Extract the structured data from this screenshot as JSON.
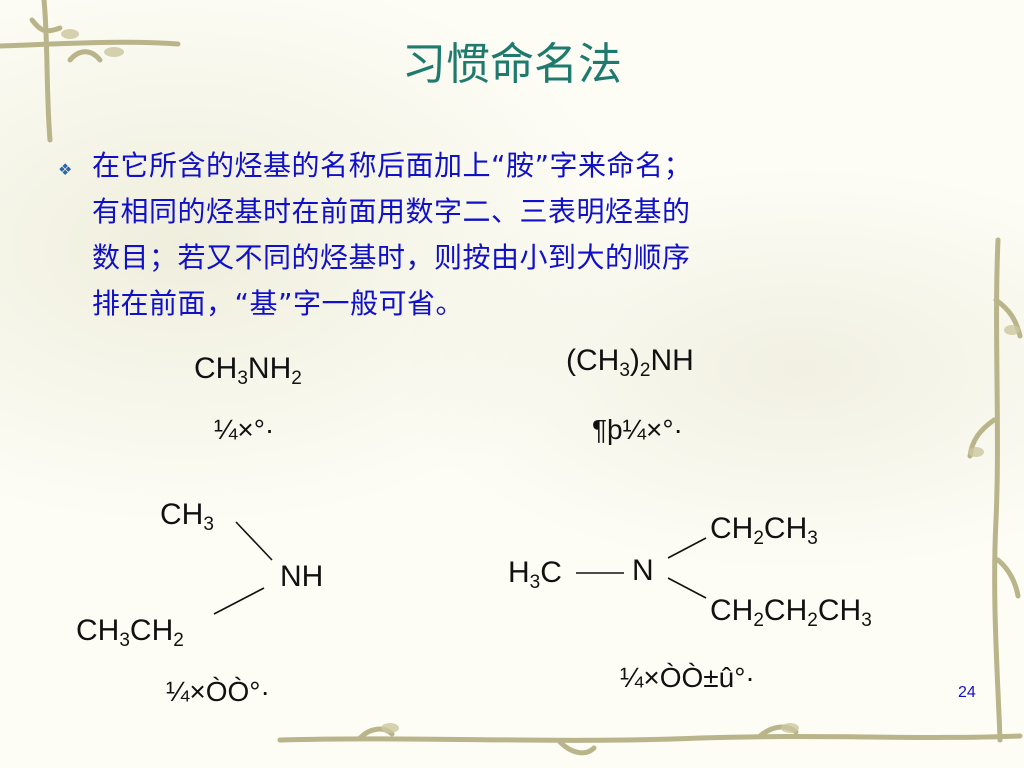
{
  "slide": {
    "title": "习惯命名法",
    "bullet_icon": "diamond-bullet-icon",
    "body_lines": [
      "在它所含的烃基的名称后面加上“胺”字来命名；",
      "有相同的烃基时在前面用数字二、三表明烃基的",
      "数目；若又不同的烃基时，则按由小到大的顺序",
      "排在前面，“基”字一般可省。"
    ],
    "page_number": "24",
    "accent_color": "#1f7a6e",
    "text_color": "#1010c8"
  },
  "compounds": [
    {
      "formula": {
        "a": "CH",
        "b": "3",
        "c": "NH",
        "d": "2"
      },
      "name": "¼×°·"
    },
    {
      "formula": {
        "a": "(CH",
        "b": "3",
        "c": ")",
        "d": "2",
        "e": "NH"
      },
      "name": "¶þ¼×°·"
    },
    {
      "groups": {
        "g1a": "CH",
        "g1b": "3",
        "n": "NH",
        "g2a": "CH",
        "g2b": "3",
        "g2c": "CH",
        "g2d": "2"
      },
      "name": "¼×ÒÒ°·"
    },
    {
      "groups": {
        "left_a": "H",
        "left_b": "3",
        "left_c": "C",
        "n": "N",
        "top_a": "CH",
        "top_b": "2",
        "top_c": "CH",
        "top_d": "3",
        "bot_a": "CH",
        "bot_b": "2",
        "bot_c": "CH",
        "bot_d": "2",
        "bot_e": "CH",
        "bot_f": "3"
      },
      "name": "¼×ÒÒ±û°·"
    }
  ]
}
